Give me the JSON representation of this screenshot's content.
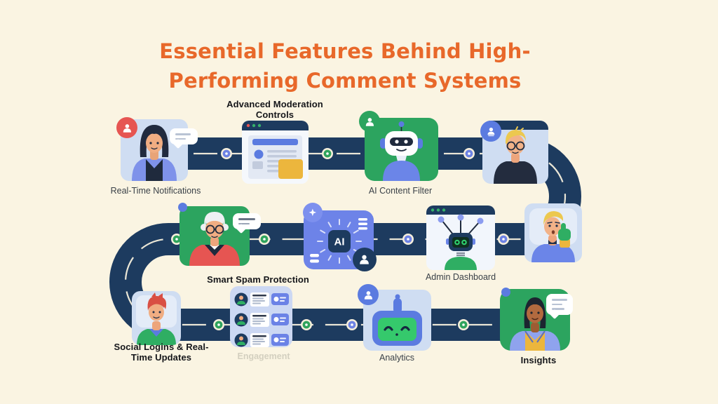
{
  "title": {
    "line1": "Essential Features Behind High-",
    "line2": "Performing Comment Systems"
  },
  "features": [
    {
      "id": "real-time-notifications",
      "label": "Real-Time Notifications"
    },
    {
      "id": "advanced-moderation-controls",
      "label": "Advanced Moderation Controls"
    },
    {
      "id": "ai-content-filter",
      "label": "AI Content Filter"
    },
    {
      "id": "smart-spam-protection",
      "label": "Smart Spam Protection"
    },
    {
      "id": "admin-dashboard",
      "label": "Admin Dashboard"
    },
    {
      "id": "social-logins-real-time-updates",
      "label": "Social Logins & Real-Time Updates"
    },
    {
      "id": "engagement",
      "label": "Engagement",
      "appearance": "faded"
    },
    {
      "id": "analytics",
      "label": "Analytics"
    },
    {
      "id": "insights",
      "label": "Insights"
    }
  ],
  "ai_chip": {
    "label": "AI"
  },
  "colors": {
    "background": "#faf4e2",
    "title": "#e8682a",
    "road": "#1d3b5f",
    "road_centerline": "#f6efdc",
    "card_light_blue": "#cfddf2",
    "card_green": "#2ca45f",
    "card_periwinkle": "#6d83e8",
    "accent_yellow": "#ecb63d",
    "accent_red": "#e65552",
    "dot_green": "#2fa45c",
    "dot_blue": "#6e83e4"
  }
}
